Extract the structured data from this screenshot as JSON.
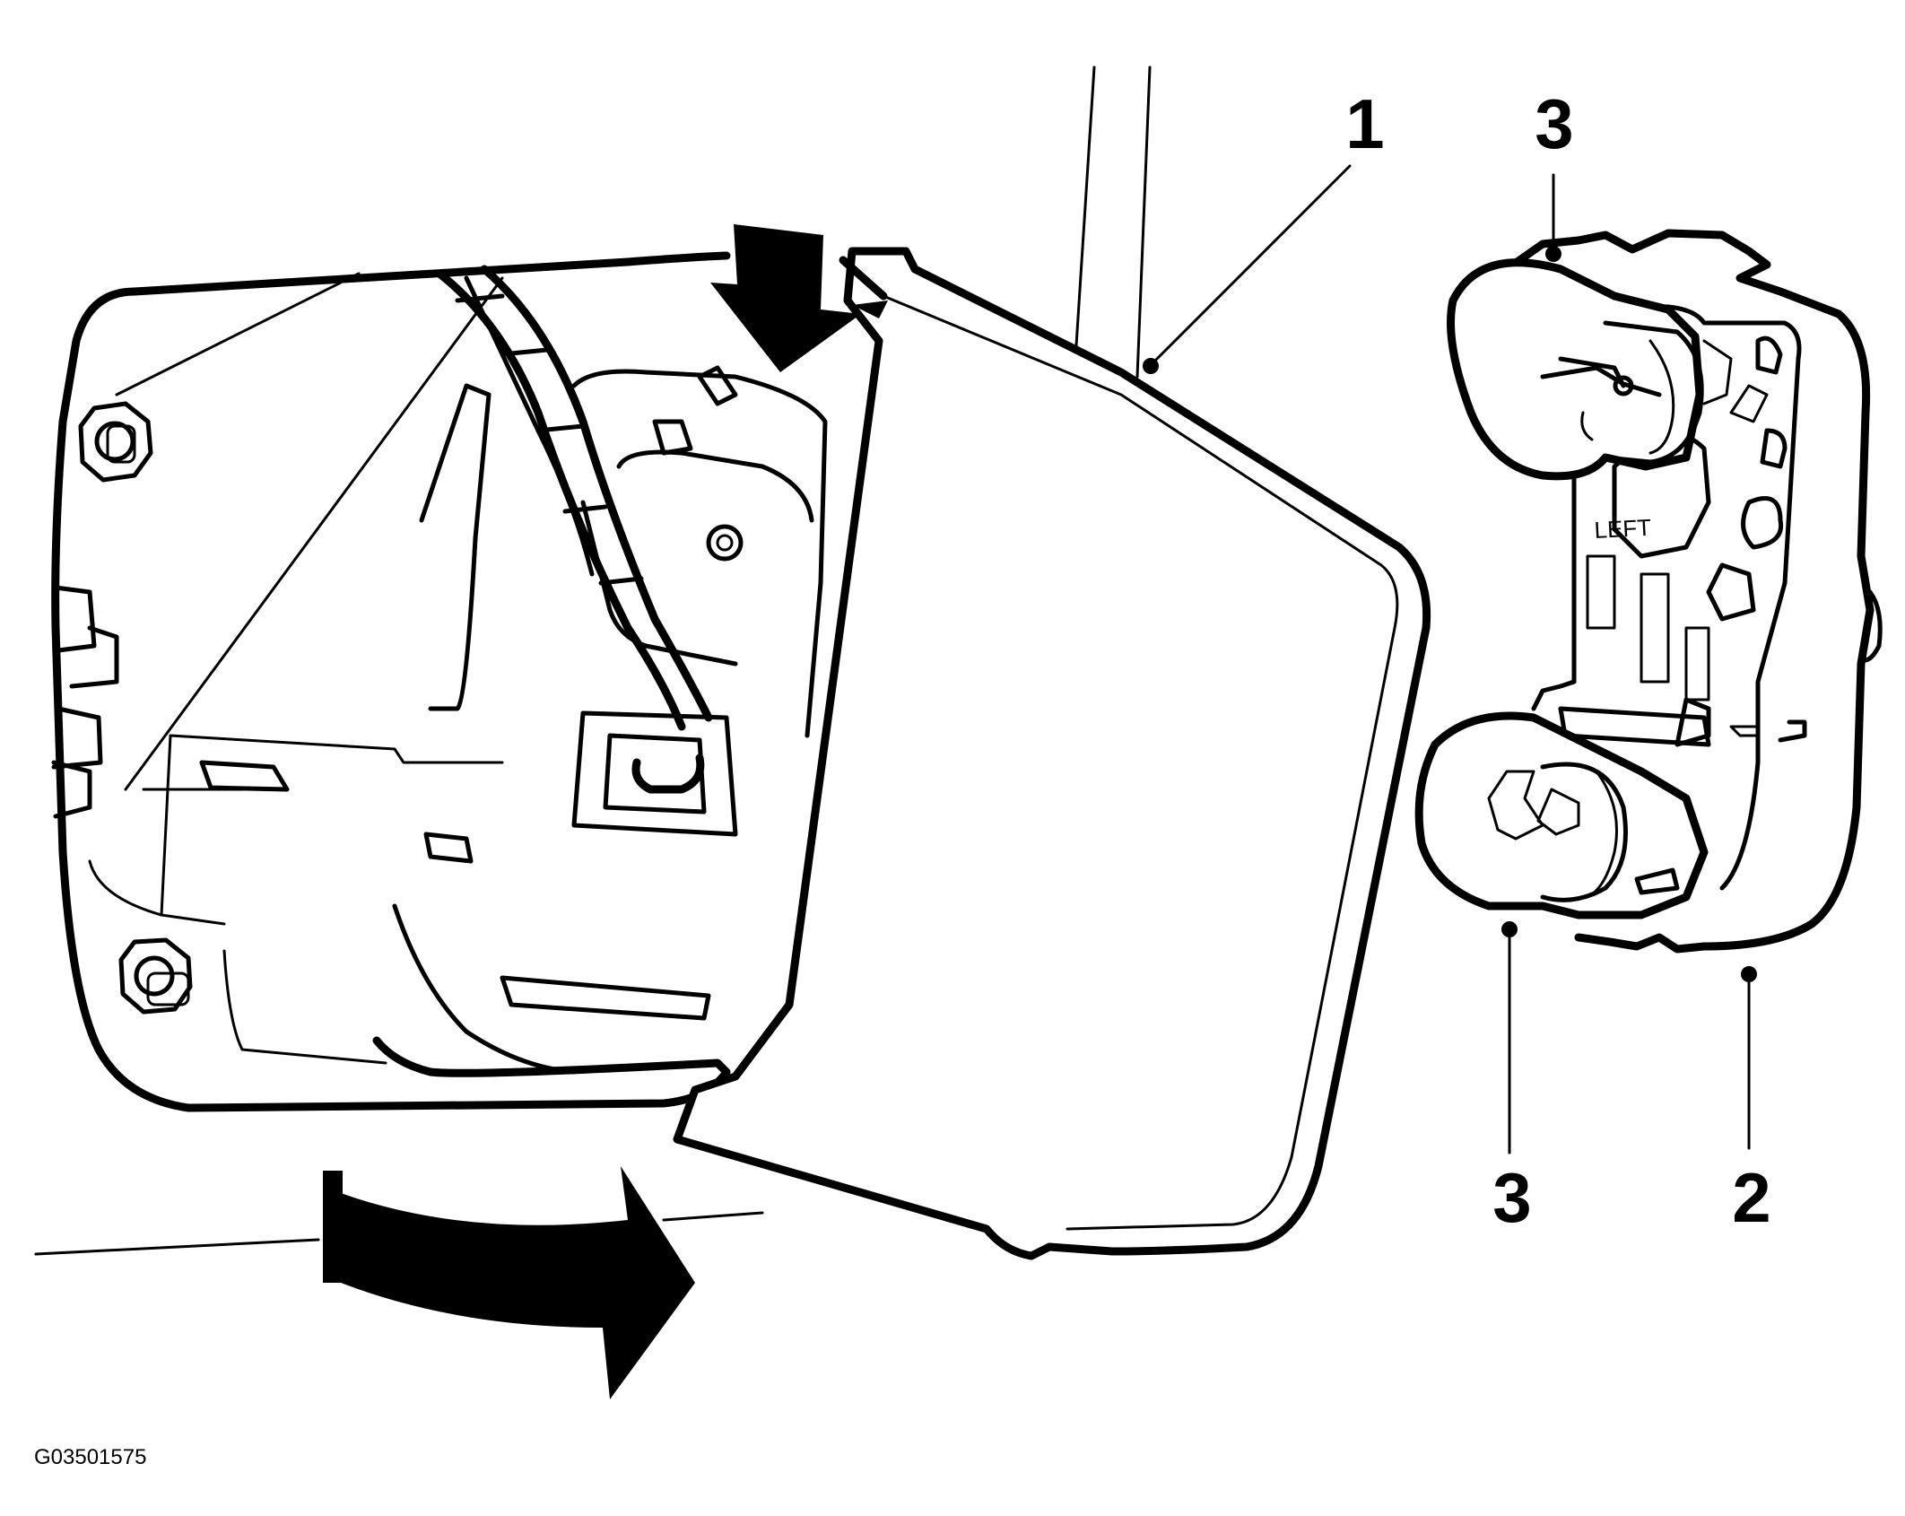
{
  "callouts": [
    {
      "id": "callout-1-top",
      "text": "1"
    },
    {
      "id": "callout-3-top",
      "text": "3"
    },
    {
      "id": "callout-3-bottom",
      "text": "3"
    },
    {
      "id": "callout-2-bottom",
      "text": "2"
    }
  ],
  "bulb_holder_marking": "LEFT",
  "figure_code": "G03501575",
  "colors": {
    "line": "#000000",
    "background": "#ffffff"
  }
}
